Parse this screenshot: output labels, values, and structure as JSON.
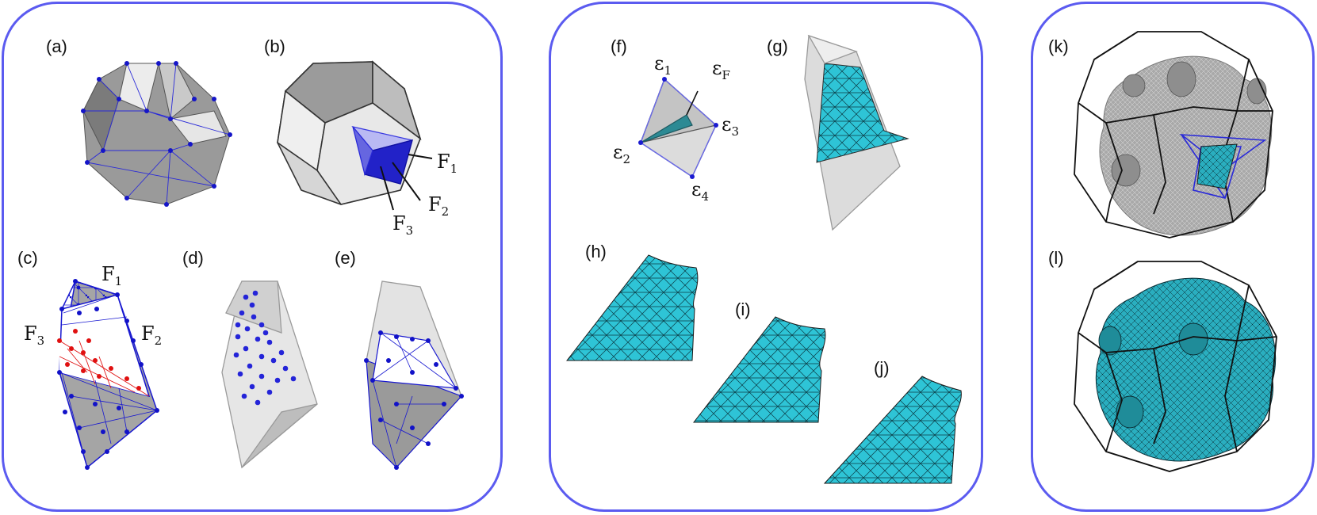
{
  "subfigures": {
    "a": "(a)",
    "b": "(b)",
    "c": "(c)",
    "d": "(d)",
    "e": "(e)",
    "f": "(f)",
    "g": "(g)",
    "h": "(h)",
    "i": "(i)",
    "j": "(j)",
    "k": "(k)",
    "l": "(l)"
  },
  "annotations": {
    "b_faces": {
      "f1": "F",
      "f1_sub": "1",
      "f2": "F",
      "f2_sub": "2",
      "f3": "F",
      "f3_sub": "3"
    },
    "c_faces": {
      "f1": "F",
      "f1_sub": "1",
      "f2": "F",
      "f2_sub": "2",
      "f3": "F",
      "f3_sub": "3"
    },
    "f_energies": {
      "e1": "ε",
      "e1_sub": "1",
      "e2": "ε",
      "e2_sub": "2",
      "e3": "ε",
      "e3_sub": "3",
      "e4": "ε",
      "e4_sub": "4",
      "ef": "ε",
      "ef_sub": "F"
    }
  },
  "colors": {
    "frame": "#5b5bf0",
    "mesh_blue": "#1f1fd0",
    "fermi_cyan": "#2ec4d6",
    "red_points": "#e01010",
    "grey_dark": "#8c8c8c",
    "grey_light": "#d8d8d8"
  }
}
